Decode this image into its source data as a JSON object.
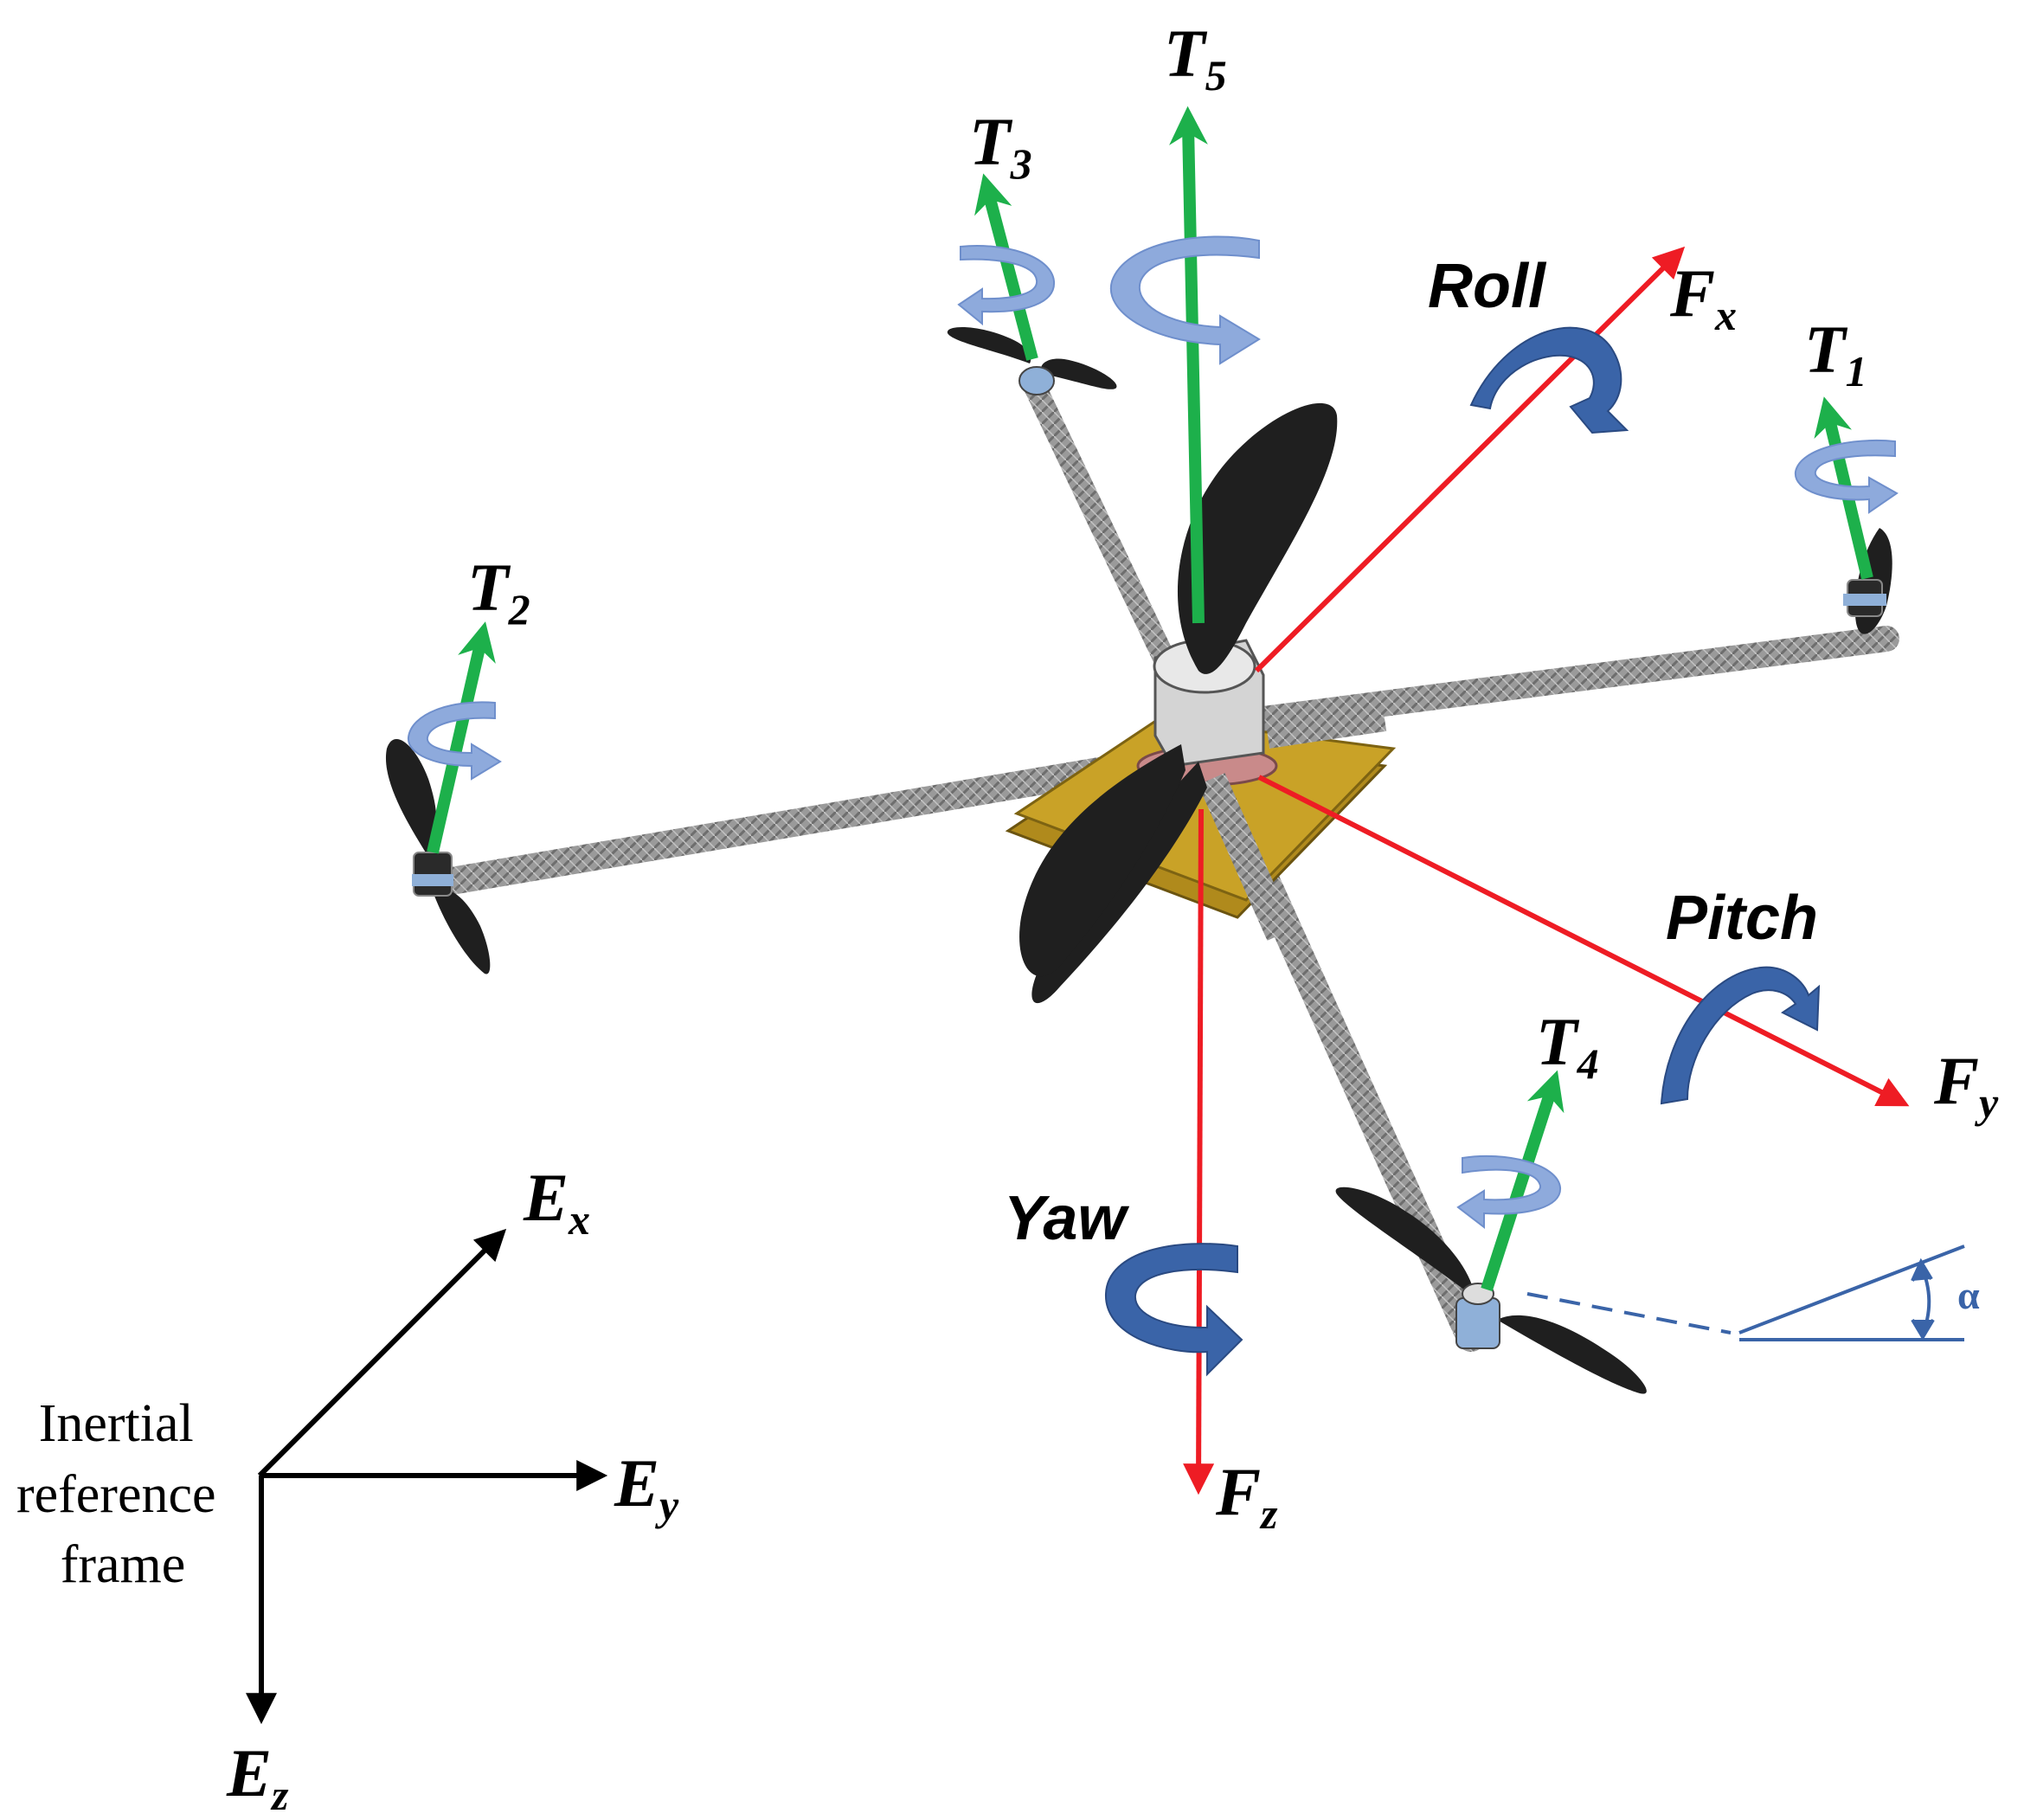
{
  "labels": {
    "t5": {
      "main": "T",
      "sub": "5"
    },
    "t3": {
      "main": "T",
      "sub": "3"
    },
    "t1": {
      "main": "T",
      "sub": "1"
    },
    "t2": {
      "main": "T",
      "sub": "2"
    },
    "t4": {
      "main": "T",
      "sub": "4"
    },
    "fx": {
      "main": "F",
      "sub": "x"
    },
    "fy": {
      "main": "F",
      "sub": "y"
    },
    "fz": {
      "main": "F",
      "sub": "z"
    },
    "ex": {
      "main": "E",
      "sub": "x"
    },
    "ey": {
      "main": "E",
      "sub": "y"
    },
    "ez": {
      "main": "E",
      "sub": "z"
    },
    "roll": "Roll",
    "pitch": "Pitch",
    "yaw": "Yaw",
    "alpha": "α",
    "inertial": {
      "line1": "Inertial",
      "line2": "reference",
      "line3": "frame"
    }
  },
  "colors": {
    "thrust": "#1db04b",
    "force": "#ee1c24",
    "rotation": "#3a64a8",
    "prop_swirl": "#8eaadc",
    "arm": "#8c8c8c",
    "blade": "#1f1f1f",
    "plate": "#c9a227",
    "axis": "#000000"
  }
}
